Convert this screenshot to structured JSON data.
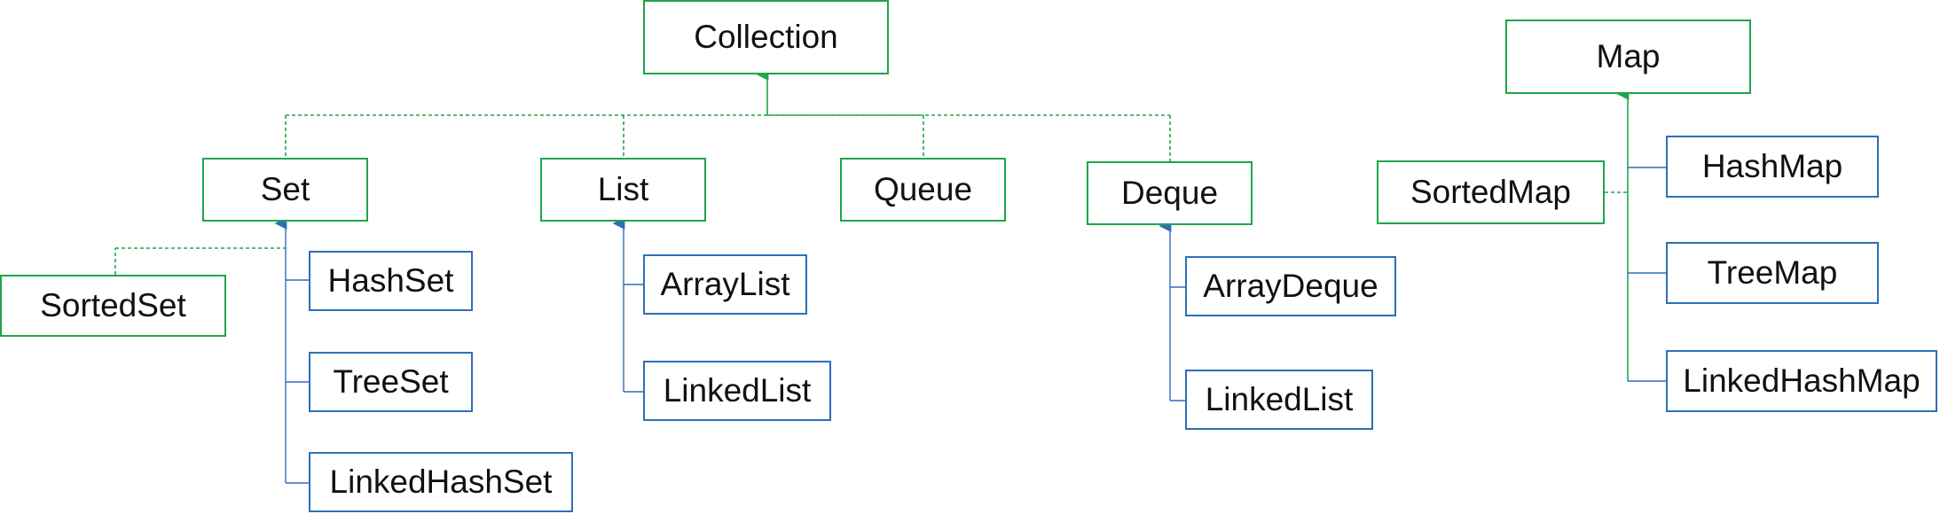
{
  "colors": {
    "interface": "#1ea64a",
    "class": "#2f6fb8",
    "text": "#111111",
    "background": "#ffffff"
  },
  "nodes": {
    "collection": "Collection",
    "map": "Map",
    "set": "Set",
    "list": "List",
    "queue": "Queue",
    "deque": "Deque",
    "sortedmap": "SortedMap",
    "hashmap": "HashMap",
    "treemap": "TreeMap",
    "linkedhashmap": "LinkedHashMap",
    "sortedset": "SortedSet",
    "hashset": "HashSet",
    "treeset": "TreeSet",
    "linkedhashset": "LinkedHashSet",
    "arraylist": "ArrayList",
    "linkedlist_list": "LinkedList",
    "arraydeque": "ArrayDeque",
    "linkedlist_deque": "LinkedList"
  }
}
